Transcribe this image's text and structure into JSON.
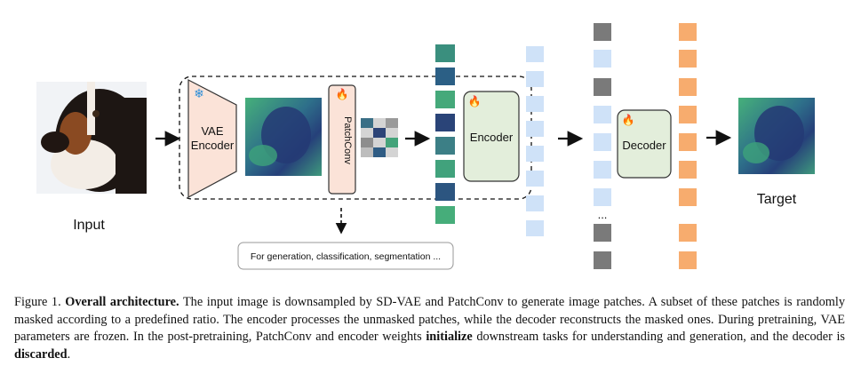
{
  "figure": {
    "input_label": "Input",
    "vae_label_line1": "VAE",
    "vae_label_line2": "Encoder",
    "patchconv_label": "PatchConv",
    "encoder_label": "Encoder",
    "decoder_label": "Decoder",
    "target_label": "Target",
    "downstream_label": "For generation, classification, segmentation ...",
    "ellipsis": "...",
    "colors": {
      "vae_fill": "#fbe3d8",
      "patchconv_fill": "#fbe3d8",
      "encoder_fill": "#e3eedb",
      "decoder_fill": "#e3eedb",
      "token_light_blue": "#cfe2f8",
      "token_gray": "#7a7a7a",
      "token_orange": "#f7ac6e",
      "latent_dark": "#2a3f78",
      "latent_green": "#4fb07a",
      "frozen_icon": "#2f8fd8",
      "fire_icon": "#f08a1f"
    }
  },
  "caption": {
    "prefix": "Figure 1.",
    "title": "Overall architecture.",
    "body1": "The input image is downsampled by SD-VAE and PatchConv to generate image patches. A subset of these patches is randomly masked according to a predefined ratio. The encoder processes the unmasked patches, while the decoder reconstructs the masked ones. During pretraining, VAE parameters are frozen. In the post-pretraining, PatchConv and encoder weights",
    "bold1": "initialize",
    "body2": "downstream tasks for understanding and generation, and the decoder is",
    "bold2": "discarded",
    "end": "."
  }
}
